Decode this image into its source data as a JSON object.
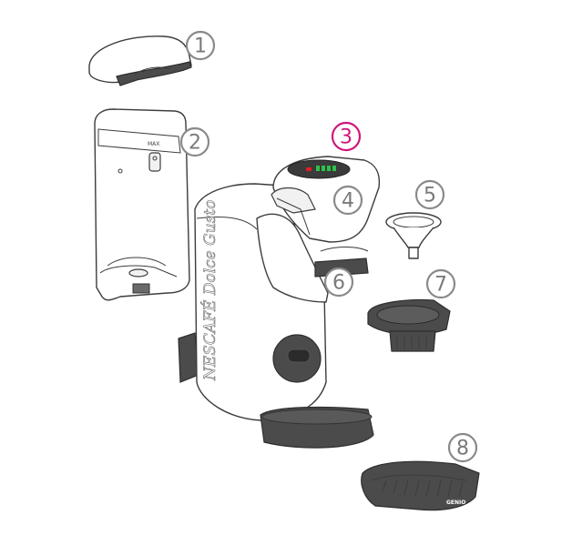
{
  "figure": {
    "background": "#ffffff",
    "highlight_color": "#d0157a",
    "callout_color": "#8a8a8a",
    "body_color": "#ffffff",
    "part_dark_color": "#4b4b4b",
    "indicator_colors": {
      "red": "#e02020",
      "green": "#2ec24a"
    }
  },
  "callouts": [
    {
      "label": "1",
      "part": "water-tank-lid"
    },
    {
      "label": "2",
      "part": "water-tank"
    },
    {
      "label": "3",
      "part": "control-panel",
      "highlighted": true
    },
    {
      "label": "4",
      "part": "capsule-holder-lever"
    },
    {
      "label": "5",
      "part": "milk-funnel"
    },
    {
      "label": "6",
      "part": "capsule-holder"
    },
    {
      "label": "7",
      "part": "capsule-holder-insert"
    },
    {
      "label": "8",
      "part": "drip-tray-grid"
    }
  ],
  "text": {
    "tank_max": "MAX",
    "machine_brand": "NESCAFÉ  Dolce Gusto",
    "tray_brand": "GENIO"
  }
}
